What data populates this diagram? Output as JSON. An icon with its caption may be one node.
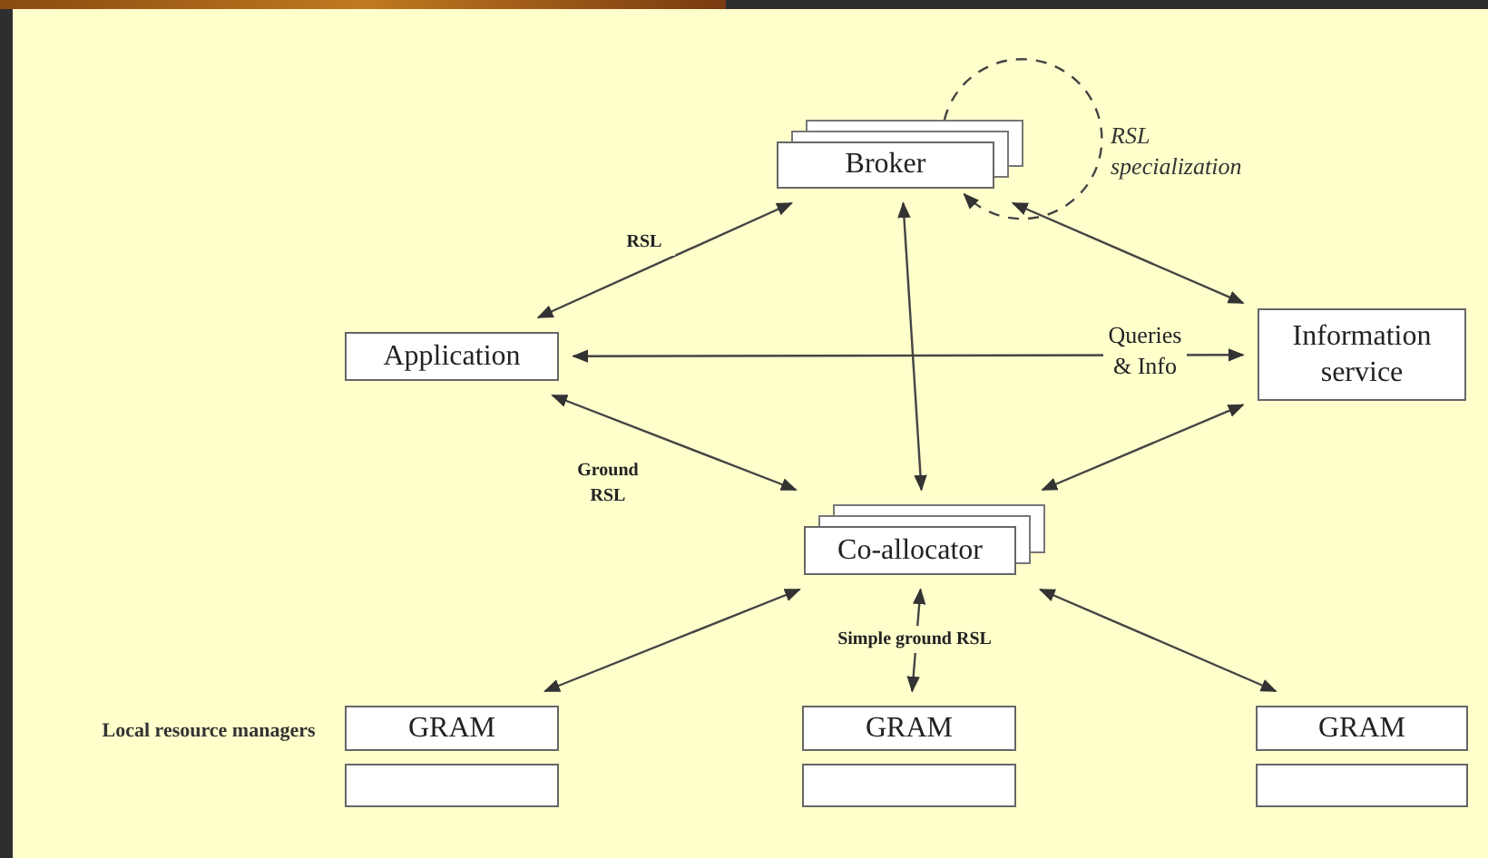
{
  "diagram": {
    "nodes": [
      {
        "text": [
          "Broker"
        ]
      },
      {
        "text": [
          "Application"
        ]
      },
      {
        "text": [
          "Information service"
        ]
      },
      {
        "text": [
          "Co-allocator"
        ]
      },
      {
        "text": [
          "GRAM"
        ]
      },
      {
        "text": [],
        "shape": "box"
      },
      {
        "text": [
          "GRAM"
        ]
      },
      {
        "text": [],
        "shape": "box"
      },
      {
        "text": [
          "GRAM"
        ]
      },
      {
        "text": [],
        "shape": "box"
      }
    ],
    "edges": [
      {
        "from": 1,
        "to": 0,
        "arrow": "both",
        "label": "RSL"
      },
      {
        "from": 0,
        "to": 2,
        "arrow": "both"
      },
      {
        "from": 0,
        "to": 3,
        "arrow": "both"
      },
      {
        "from": 1,
        "to": 2,
        "arrow": "both",
        "label": "Queries & Info"
      },
      {
        "from": 1,
        "to": 3,
        "arrow": "both",
        "label": "Ground RSL"
      },
      {
        "from": 2,
        "to": 3,
        "arrow": "both"
      },
      {
        "from": 3,
        "to": 4,
        "arrow": "both"
      },
      {
        "from": 3,
        "to": 6,
        "arrow": "both",
        "label": "Simple ground RSL"
      },
      {
        "from": 3,
        "to": 8,
        "arrow": "both"
      },
      {
        "from": 0,
        "to": 0,
        "arrow": "to",
        "style": "dashed",
        "label": "RSL specialization"
      }
    ],
    "labels": [
      "Local resource managers"
    ]
  }
}
